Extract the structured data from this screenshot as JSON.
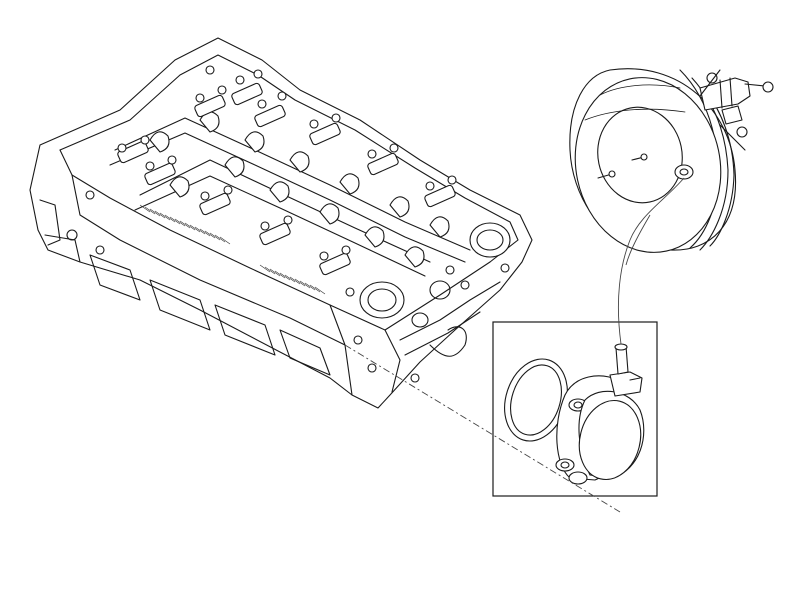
{
  "diagram": {
    "parts": [
      {
        "part": "cylinder-head",
        "icon": "cylinder-head-icon"
      },
      {
        "part": "brake-booster",
        "icon": "brake-booster-icon"
      },
      {
        "part": "vacuum-pump",
        "icon": "vacuum-pump-icon"
      },
      {
        "part": "o-ring",
        "icon": "o-ring-icon"
      }
    ],
    "colors": {
      "line": "#1a1a1a",
      "background": "#ffffff"
    }
  }
}
